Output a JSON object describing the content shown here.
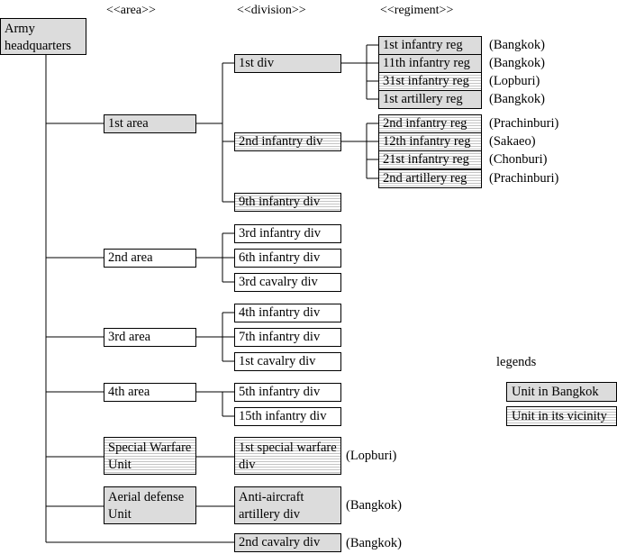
{
  "headers": {
    "area": "<<area>>",
    "division": "<<division>>",
    "regiment": "<<regiment>>"
  },
  "colors": {
    "bangkok_fill": "#dcdcdc",
    "vicinity_fill": "#c4c4c4 horizontal stripes",
    "plain_fill": "#ffffff",
    "line": "#000000"
  },
  "root": {
    "label": "Army headquarters",
    "status": "bangkok"
  },
  "areas": {
    "a1": {
      "label": "1st area",
      "status": "bangkok"
    },
    "a2": {
      "label": "2nd area",
      "status": "plain"
    },
    "a3": {
      "label": "3rd area",
      "status": "plain"
    },
    "a4": {
      "label": "4th area",
      "status": "plain"
    },
    "swu": {
      "label": "Special Warfare Unit",
      "status": "vicinity"
    },
    "adu": {
      "label": "Aerial defense Unit",
      "status": "bangkok"
    }
  },
  "divisions": {
    "d1": {
      "label": "1st div",
      "status": "bangkok"
    },
    "d2": {
      "label": "2nd infantry div",
      "status": "vicinity"
    },
    "d9": {
      "label": "9th infantry div",
      "status": "vicinity"
    },
    "d3": {
      "label": "3rd infantry div",
      "status": "plain"
    },
    "d6": {
      "label": "6th infantry div",
      "status": "plain"
    },
    "d3c": {
      "label": "3rd cavalry div",
      "status": "plain"
    },
    "d4": {
      "label": "4th infantry div",
      "status": "plain"
    },
    "d7": {
      "label": "7th infantry div",
      "status": "plain"
    },
    "d1c": {
      "label": "1st cavalry div",
      "status": "plain"
    },
    "d5": {
      "label": "5th infantry div",
      "status": "plain"
    },
    "d15": {
      "label": "15th infantry div",
      "status": "plain"
    },
    "sw": {
      "label": "1st special warfare div",
      "status": "vicinity",
      "location": "(Lopburi)"
    },
    "aa": {
      "label": "Anti-aircraft artillery div",
      "status": "bangkok",
      "location": "(Bangkok)"
    },
    "d2c": {
      "label": "2nd cavalry div",
      "status": "bangkok",
      "location": "(Bangkok)"
    }
  },
  "regiments": {
    "r1": {
      "label": "1st infantry reg",
      "status": "bangkok",
      "location": "(Bangkok)"
    },
    "r11": {
      "label": "11th infantry reg",
      "status": "bangkok",
      "location": "(Bangkok)"
    },
    "r31": {
      "label": "31st infantry reg",
      "status": "vicinity",
      "location": "(Lopburi)"
    },
    "ra1": {
      "label": "1st artillery reg",
      "status": "bangkok",
      "location": "(Bangkok)"
    },
    "r2": {
      "label": "2nd infantry reg",
      "status": "vicinity",
      "location": "(Prachinburi)"
    },
    "r12": {
      "label": "12th infantry reg",
      "status": "vicinity",
      "location": "(Sakaeo)"
    },
    "r21": {
      "label": "21st infantry reg",
      "status": "vicinity",
      "location": "(Chonburi)"
    },
    "ra2": {
      "label": "2nd artillery reg",
      "status": "vicinity",
      "location": "(Prachinburi)"
    }
  },
  "legend": {
    "title": "legends",
    "bangkok": "Unit in Bangkok",
    "vicinity": "Unit in its vicinity"
  }
}
